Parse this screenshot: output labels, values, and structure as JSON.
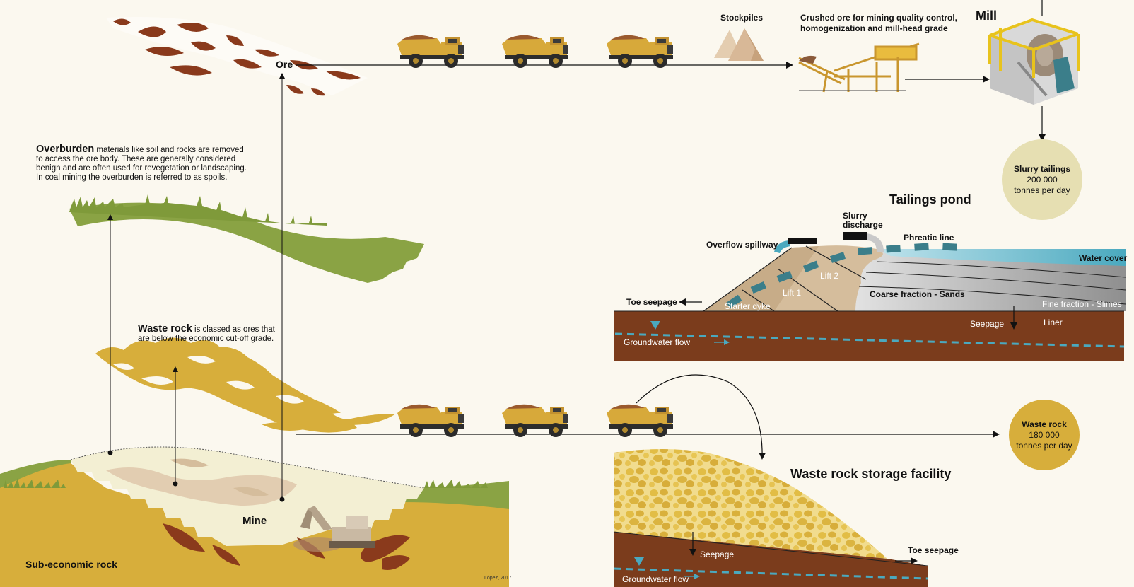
{
  "ore": {
    "label": "Ore"
  },
  "stockpiles": {
    "label": "Stockpiles"
  },
  "crushed_ore": {
    "line1": "Crushed ore for mining quality control,",
    "line2": "homogenization and mill-head grade"
  },
  "mill": {
    "label": "Mill"
  },
  "slurry_tailings": {
    "title": "Slurry tailings",
    "value": "200 000",
    "unit": "tonnes per day"
  },
  "overburden": {
    "lead": "Overburden",
    "line1": " materials like soil and rocks are removed",
    "line2": "to access the ore body. These are generally considered",
    "line3": "benign and are often used for revegetation or landscaping.",
    "line4": "In coal mining the overburden is referred to as spoils."
  },
  "tailings_pond": {
    "title": "Tailings pond",
    "slurry_discharge_1": "Slurry",
    "slurry_discharge_2": "discharge",
    "overflow_spillway": "Overflow spillway",
    "phreatic_line": "Phreatic line",
    "water_cover": "Water cover",
    "lift2": "Lift 2",
    "lift1": "Lift 1",
    "starter_dyke": "Starter dyke",
    "coarse_fraction": "Coarse fraction - Sands",
    "fine_fraction": "Fine fraction - Slimes",
    "toe_seepage": "Toe seepage",
    "seepage": "Seepage",
    "liner": "Liner",
    "groundwater_flow": "Groundwater flow"
  },
  "waste_rock_note": {
    "lead": "Waste rock",
    "line1": " is classed as ores that",
    "line2": "are below the economic cut-off grade."
  },
  "waste_rock_circle": {
    "title": "Waste rock",
    "value": "180 000",
    "unit": "tonnes per day"
  },
  "waste_storage": {
    "title": "Waste rock storage facility",
    "seepage": "Seepage",
    "toe_seepage": "Toe seepage",
    "groundwater_flow": "Groundwater flow"
  },
  "mine": {
    "label": "Mine"
  },
  "sub_economic": {
    "label": "Sub-economic rock"
  },
  "credit": {
    "text": "López, 2017"
  },
  "colors": {
    "background": "#fbf8ef",
    "ore_brown": "#8a3a1c",
    "waste_gold": "#d7ae3b",
    "grass_green": "#8aa344",
    "ground_brown": "#7b3c1c",
    "water_blue": "#4aa9bf",
    "truck_yellow": "#d7a93a",
    "circle_beige": "#e6dfb2",
    "circle_gold": "#d7ae3b"
  },
  "icons": [
    "haul-truck-icon",
    "stockpile-icon",
    "crusher-icon",
    "mill-icon",
    "excavator-icon"
  ]
}
